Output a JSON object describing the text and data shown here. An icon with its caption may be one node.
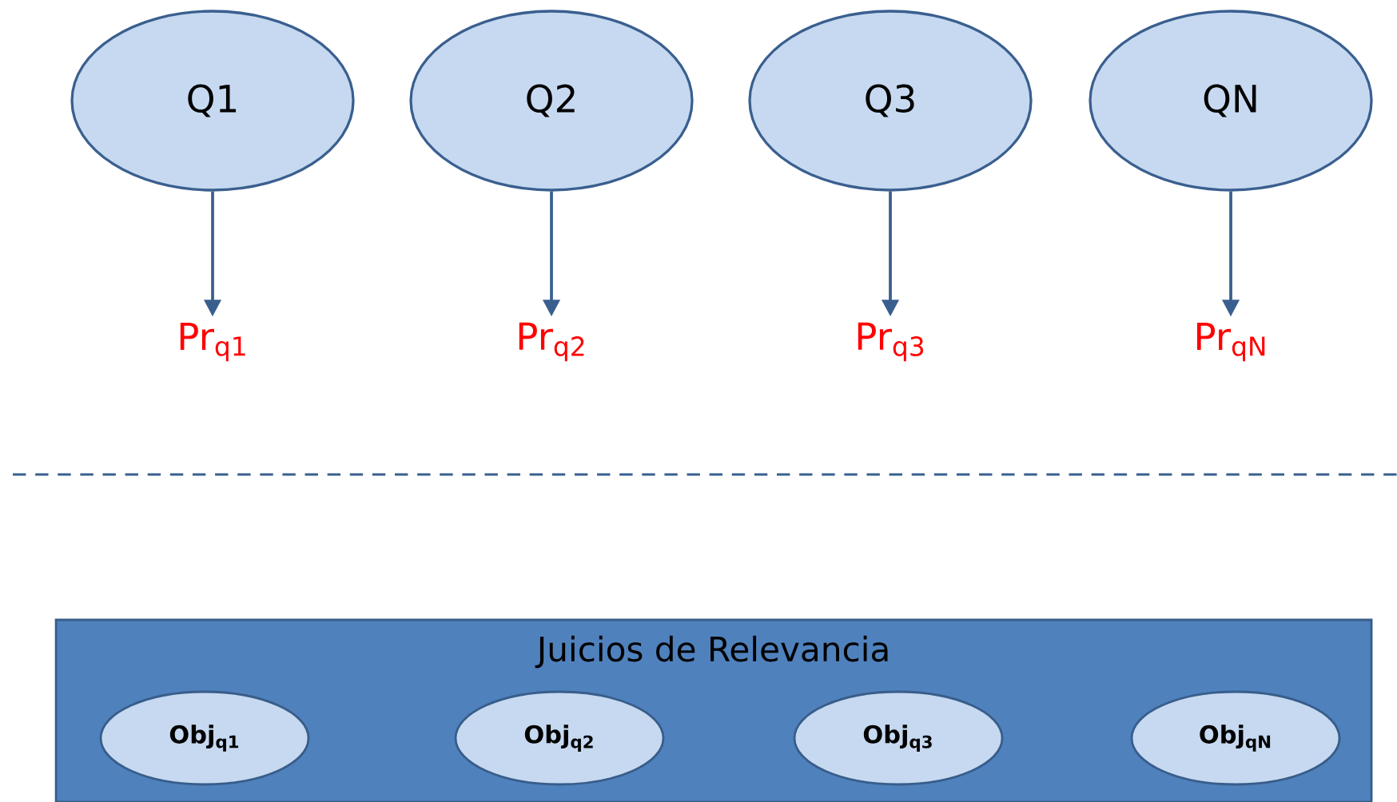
{
  "diagram": {
    "nodes": [
      {
        "text": [
          "Q1"
        ]
      },
      {
        "text": [
          "Q2"
        ]
      },
      {
        "text": [
          "Q3"
        ]
      },
      {
        "text": [
          "QN"
        ]
      },
      {
        "text": [
          "Pr$_{q1}$"
        ]
      },
      {
        "text": [
          "Pr$_{q2}$"
        ]
      },
      {
        "text": [
          "Pr$_{q3}$"
        ]
      },
      {
        "text": [
          "Pr$_{qN}$"
        ]
      },
      {
        "text": [
          "Juicios de Relevancia"
        ]
      },
      {
        "text": [
          "Obj$_{q1}$"
        ],
        "in": 8
      },
      {
        "text": [
          "Obj$_{q2}$"
        ],
        "in": 8
      },
      {
        "text": [
          "Obj$_{q3}$"
        ],
        "in": 8
      },
      {
        "text": [
          "Obj$_{qN}$"
        ],
        "in": 8
      }
    ],
    "edges": [
      {
        "from": 0,
        "to": 4,
        "arrow": "to"
      },
      {
        "from": 1,
        "to": 5,
        "arrow": "to"
      },
      {
        "from": 2,
        "to": 6,
        "arrow": "to"
      },
      {
        "from": 3,
        "to": 7,
        "arrow": "to"
      }
    ]
  }
}
